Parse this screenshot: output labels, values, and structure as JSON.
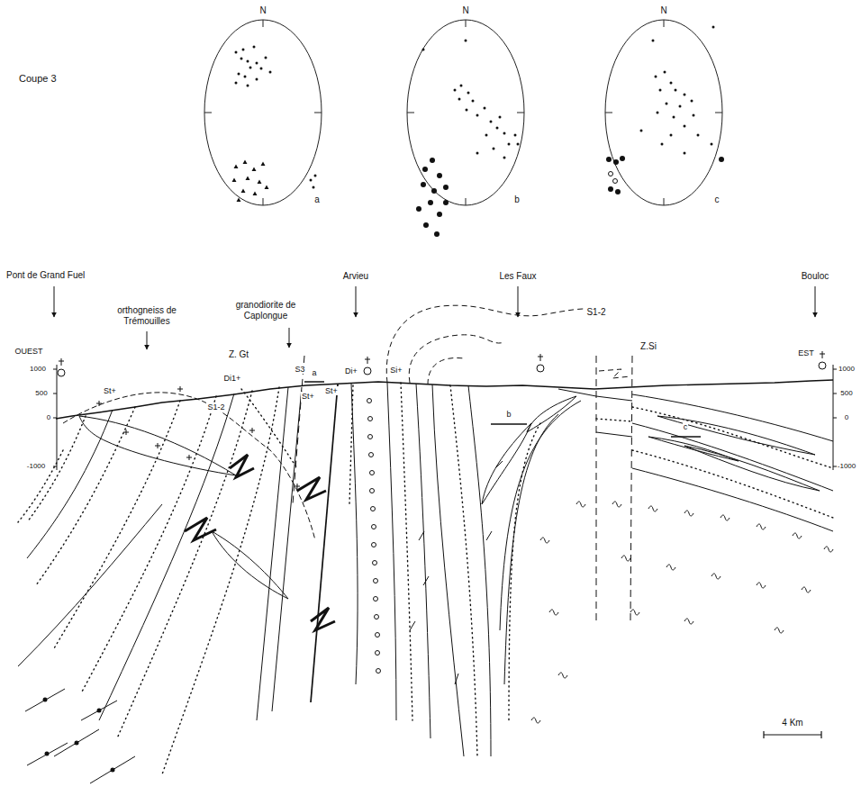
{
  "diagram": {
    "labels": [
      "Coupe 3",
      "N",
      "N",
      "N",
      "a",
      "b",
      "c",
      "Pont de Grand Fuel",
      "orthogneiss de Trémouilles",
      "granodiorite de Caplongue",
      "Arvieu",
      "Les Faux",
      "Bouloc",
      "Z. Gt",
      "S1-2",
      "Z.Si",
      "Di1+",
      "S3",
      "Di+",
      "Si+",
      "St+",
      "a",
      "St+",
      "b",
      "c",
      "OUEST",
      "EST",
      "1000",
      "500",
      "0",
      "-1000",
      "1000",
      "500",
      "0",
      "-1000",
      "St+",
      "S1-2",
      "4 Km"
    ]
  }
}
